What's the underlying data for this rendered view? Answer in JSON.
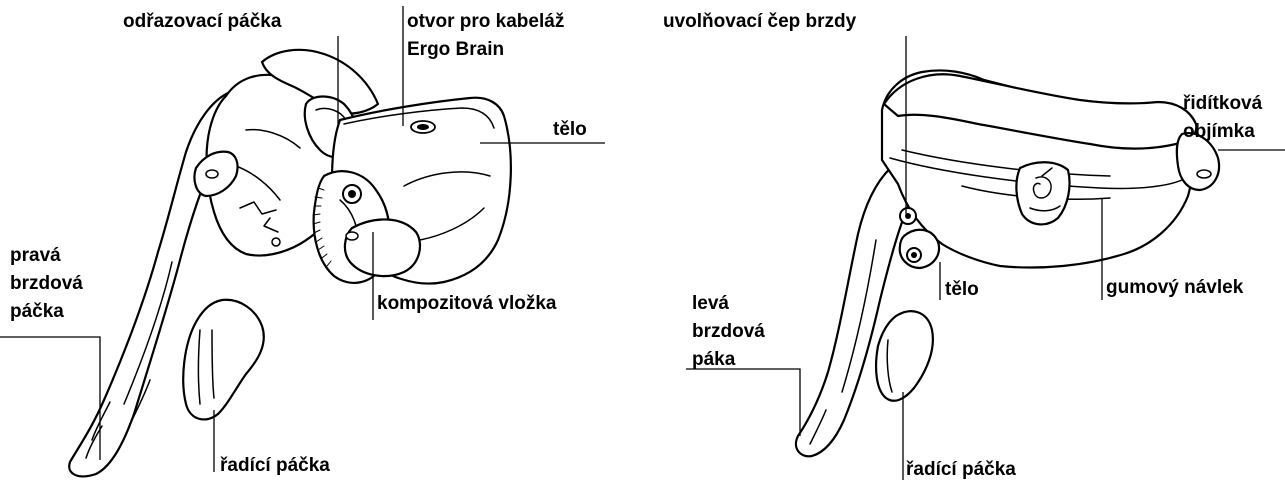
{
  "left_figure": {
    "labels": {
      "release_lever": "odřazovací páčka",
      "cable_hole_line1": "otvor pro kabeláž",
      "cable_hole_line2": "Ergo Brain",
      "body": "tělo",
      "composite_insert": "kompozitová vložka",
      "right_brake_line1": "pravá",
      "right_brake_line2": "brzdová",
      "right_brake_line3": "páčka",
      "shift_lever": "řadící páčka"
    }
  },
  "right_figure": {
    "labels": {
      "brake_release_pin": "uvolňovací čep brzdy",
      "clamp_line1": "řidítková",
      "clamp_line2": "objímka",
      "body": "tělo",
      "rubber_hood": "gumový návlek",
      "left_brake_line1": "levá",
      "left_brake_line2": "brzdová",
      "left_brake_line3": "páka",
      "shift_lever": "řadící páčka"
    }
  }
}
